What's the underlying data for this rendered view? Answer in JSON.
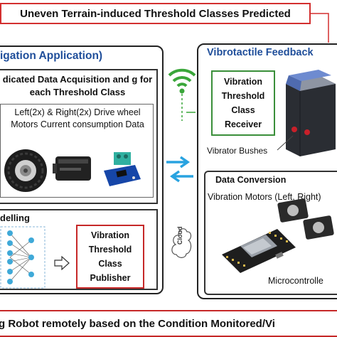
{
  "title": "Uneven Terrain-induced Threshold Classes Predicted",
  "navigation": {
    "title": "igation Application)",
    "acquisition_title": "dicated Data Acquisition and g for each Threshold Class",
    "motor_text": "Left(2x) & Right(2x) Drive wheel Motors Current consumption Data",
    "modelling_title": "delling",
    "publisher_label": "Vibration Threshold Class Publisher"
  },
  "vibrotactile": {
    "title": "Vibrotactile Feedback",
    "receiver_label": "Vibration Threshold Class Receiver",
    "bushes_label": "Vibrator Bushes",
    "conversion_title": "Data Conversion",
    "motors_label": "Vibration Motors (Left, Right)",
    "micro_label": "Microcontrolle"
  },
  "cloud_label": "Cloud",
  "bottom_text": "g Robot remotely based on the Condition Monitored/Vi",
  "colors": {
    "title_blue": "#1f4e9a",
    "red_border": "#d32f2f",
    "green_border": "#3a8f3a",
    "arrow_blue": "#29a3e0",
    "wifi_green": "#3aa63a"
  }
}
